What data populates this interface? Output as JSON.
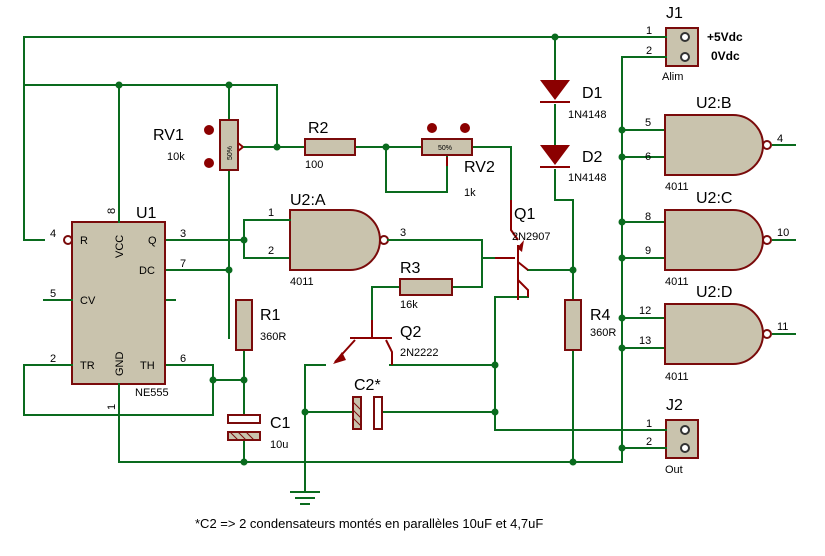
{
  "note": "*C2 => 2 condensateurs montés en parallèles 10uF et 4,7uF",
  "colors": {
    "wire": "#0a6b1e",
    "part_body": "#c9c3ad",
    "part_outline": "#7a0b0b"
  },
  "u1": {
    "ref": "U1",
    "type": "NE555",
    "pins": {
      "r": "R",
      "q": "Q",
      "dc": "DC",
      "cv": "CV",
      "tr": "TR",
      "th": "TH",
      "vcc": "VCC",
      "gnd": "GND"
    },
    "numbers": {
      "r": "4",
      "q": "3",
      "dc": "7",
      "cv": "5",
      "tr": "2",
      "th": "6",
      "vcc": "8",
      "gnd": "1"
    }
  },
  "u2a": {
    "ref": "U2:A",
    "type": "4011",
    "in1": "1",
    "in2": "2",
    "out": "3"
  },
  "u2b": {
    "ref": "U2:B",
    "type": "4011",
    "in1": "5",
    "in2": "6",
    "out": "4"
  },
  "u2c": {
    "ref": "U2:C",
    "type": "4011",
    "in1": "8",
    "in2": "9",
    "out": "10"
  },
  "u2d": {
    "ref": "U2:D",
    "type": "4011",
    "in1": "12",
    "in2": "13",
    "out": "11"
  },
  "rv1": {
    "ref": "RV1",
    "value": "10k",
    "setting": "50%"
  },
  "rv2": {
    "ref": "RV2",
    "value": "1k",
    "setting": "50%"
  },
  "r1": {
    "ref": "R1",
    "value": "360R"
  },
  "r2": {
    "ref": "R2",
    "value": "100"
  },
  "r3": {
    "ref": "R3",
    "value": "16k"
  },
  "r4": {
    "ref": "R4",
    "value": "360R"
  },
  "c1": {
    "ref": "C1",
    "value": "10u"
  },
  "c2": {
    "ref": "C2*"
  },
  "d1": {
    "ref": "D1",
    "value": "1N4148"
  },
  "d2": {
    "ref": "D2",
    "value": "1N4148"
  },
  "q1": {
    "ref": "Q1",
    "value": "2N2907"
  },
  "q2": {
    "ref": "Q2",
    "value": "2N2222"
  },
  "j1": {
    "ref": "J1",
    "label": "Alim",
    "pin1": "1",
    "pin2": "2",
    "pin1_name": "+5Vdc",
    "pin2_name": "0Vdc"
  },
  "j2": {
    "ref": "J2",
    "label": "Out",
    "pin1": "1",
    "pin2": "2"
  }
}
